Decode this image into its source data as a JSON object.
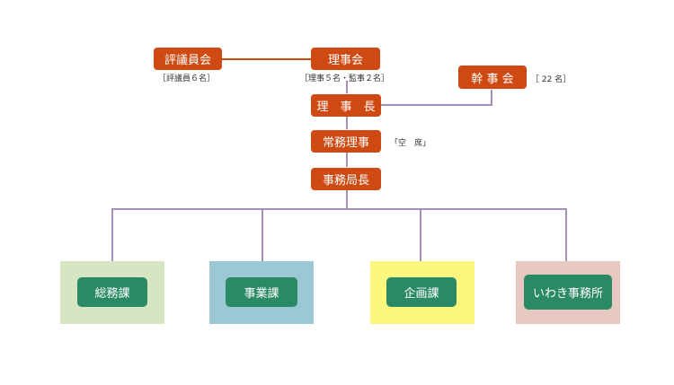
{
  "org": {
    "councillors": {
      "label": "評議員会",
      "note": "［評議員６名］"
    },
    "board": {
      "label": "理事会",
      "note": "［理事５名・監事２名］"
    },
    "secretaries": {
      "label": "幹 事 会",
      "note": "［ 22 名］"
    },
    "chairman": {
      "label": "理　事　長"
    },
    "managing_director": {
      "label": "常務理事",
      "note": "「空　席」"
    },
    "secretary_general": {
      "label": "事務局長"
    }
  },
  "departments": [
    {
      "label": "総務課",
      "bg_color": "#d6e5c2"
    },
    {
      "label": "事業課",
      "bg_color": "#9cc8d6"
    },
    {
      "label": "企画課",
      "bg_color": "#fbf77e"
    },
    {
      "label": "いわき事務所",
      "bg_color": "#e8c9c2"
    }
  ],
  "colors": {
    "box": "#cf4a12",
    "dept_box": "#2b8a66",
    "line_top": "#cf4a12",
    "line_tree": "#a590b8"
  }
}
